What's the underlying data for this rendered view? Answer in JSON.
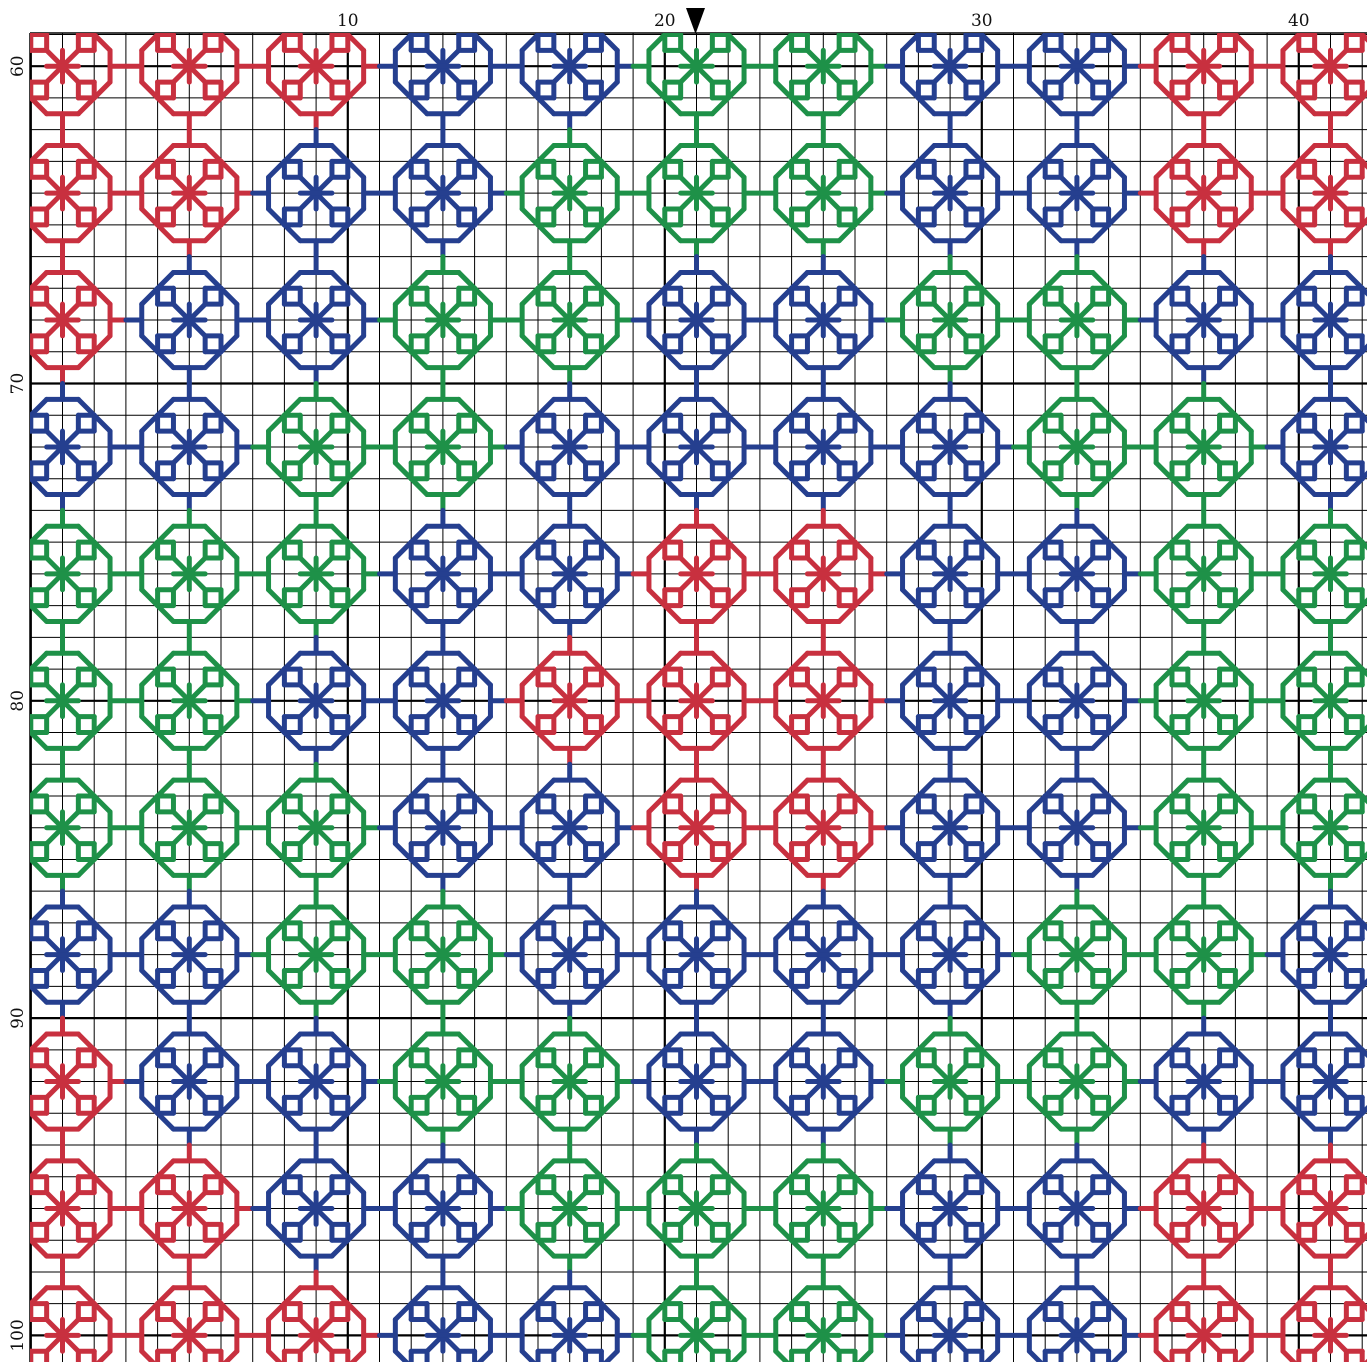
{
  "diagram": {
    "type": "blackwork-cross-stitch-pattern",
    "grid": {
      "x_range": [
        0,
        41
      ],
      "y_range": [
        59,
        101
      ],
      "minor_step": 1,
      "major_step": 10
    },
    "x_axis_labels": [
      "10",
      "20",
      "30",
      "40"
    ],
    "y_axis_labels": [
      "60",
      "70",
      "80",
      "90",
      "100"
    ],
    "center_marker": {
      "column": 21,
      "icon": "down-triangle-icon"
    },
    "colors": {
      "red": "#c8303f",
      "blue": "#253f8f",
      "green": "#1e9148",
      "grid": "#000000"
    },
    "motif": {
      "name": "octagon-rosette",
      "spacing": 4,
      "x_centers": [
        1,
        5,
        9,
        13,
        17,
        21,
        25,
        29,
        33,
        37,
        41
      ],
      "y_centers": [
        60,
        64,
        68,
        72,
        76,
        80,
        84,
        88,
        92,
        96,
        100
      ],
      "color_rows": [
        [
          "red",
          "red",
          "red",
          "blue",
          "blue",
          "green",
          "green",
          "blue",
          "blue",
          "red",
          "red"
        ],
        [
          "red",
          "red",
          "blue",
          "blue",
          "green",
          "green",
          "green",
          "blue",
          "blue",
          "red",
          "red"
        ],
        [
          "red",
          "blue",
          "blue",
          "green",
          "green",
          "blue",
          "blue",
          "green",
          "green",
          "blue",
          "blue"
        ],
        [
          "blue",
          "blue",
          "green",
          "green",
          "blue",
          "blue",
          "blue",
          "blue",
          "green",
          "green",
          "blue"
        ],
        [
          "green",
          "green",
          "green",
          "blue",
          "blue",
          "red",
          "red",
          "blue",
          "blue",
          "green",
          "green"
        ],
        [
          "green",
          "green",
          "blue",
          "blue",
          "red",
          "red",
          "red",
          "blue",
          "blue",
          "green",
          "green"
        ],
        [
          "green",
          "green",
          "green",
          "blue",
          "blue",
          "red",
          "red",
          "blue",
          "blue",
          "green",
          "green"
        ],
        [
          "blue",
          "blue",
          "green",
          "green",
          "blue",
          "blue",
          "blue",
          "blue",
          "green",
          "green",
          "blue"
        ],
        [
          "red",
          "blue",
          "blue",
          "green",
          "green",
          "blue",
          "blue",
          "green",
          "green",
          "blue",
          "blue"
        ],
        [
          "red",
          "red",
          "blue",
          "blue",
          "green",
          "green",
          "green",
          "blue",
          "blue",
          "red",
          "red"
        ],
        [
          "red",
          "red",
          "red",
          "blue",
          "blue",
          "green",
          "green",
          "blue",
          "blue",
          "red",
          "red"
        ]
      ]
    }
  }
}
